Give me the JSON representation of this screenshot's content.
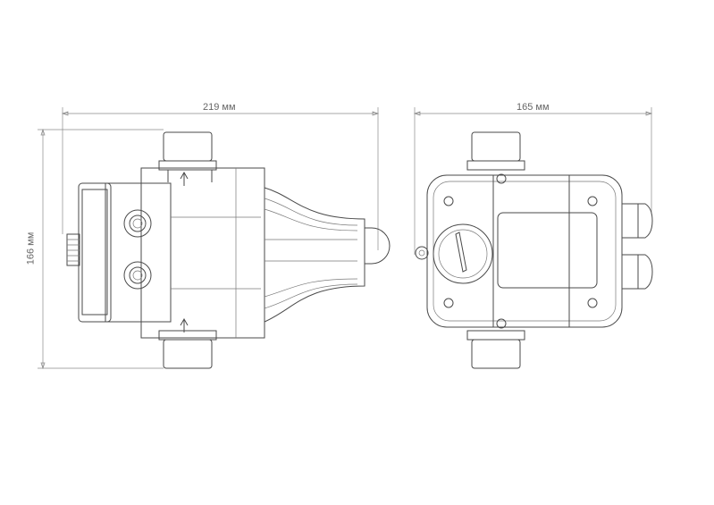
{
  "dimensions": {
    "width_side": "219 мм",
    "width_front": "165 мм",
    "height": "166 мм"
  },
  "colors": {
    "line": "#4a4a4a",
    "dimension": "#8a8a8a",
    "background": "#ffffff"
  }
}
